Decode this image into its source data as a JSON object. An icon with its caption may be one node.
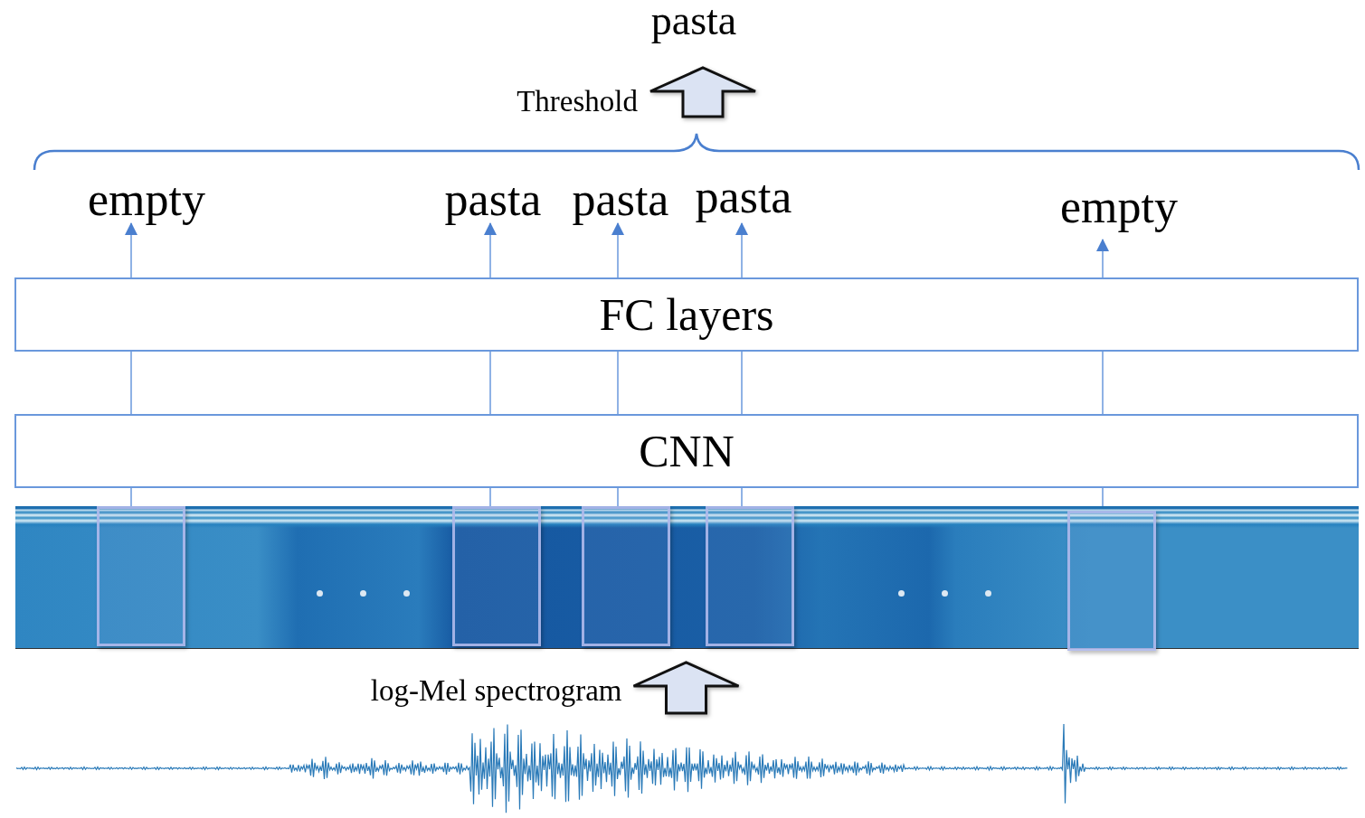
{
  "diagram": {
    "nodes": [
      {
        "text": [
          "pasta"
        ]
      },
      {
        "text": [
          "empty"
        ]
      },
      {
        "text": [
          "pasta"
        ]
      },
      {
        "text": [
          "pasta"
        ]
      },
      {
        "text": [
          "pasta"
        ]
      },
      {
        "text": [
          "empty"
        ]
      },
      {
        "text": [
          "FC layers"
        ]
      },
      {
        "text": [
          "CNN"
        ]
      },
      {
        "text": [],
        "shape": "picture"
      },
      {
        "text": [],
        "shape": "box",
        "in": 8
      },
      {
        "text": [],
        "shape": "box",
        "in": 8
      },
      {
        "text": [],
        "shape": "box",
        "in": 8
      },
      {
        "text": [],
        "shape": "box",
        "in": 8
      },
      {
        "text": [],
        "shape": "box",
        "in": 8
      },
      {
        "text": [],
        "shape": "picture"
      }
    ],
    "edges": [
      {
        "from": null,
        "to": 0,
        "arrow": "to",
        "label": "Threshold",
        "style": "thick"
      },
      {
        "from": 9,
        "to": 7,
        "arrow": "none"
      },
      {
        "from": 10,
        "to": 7,
        "arrow": "none"
      },
      {
        "from": 11,
        "to": 7,
        "arrow": "none"
      },
      {
        "from": 12,
        "to": 7,
        "arrow": "none"
      },
      {
        "from": 13,
        "to": 7,
        "arrow": "none"
      },
      {
        "from": 7,
        "to": 6,
        "arrow": "none"
      },
      {
        "from": 7,
        "to": 6,
        "arrow": "none"
      },
      {
        "from": 7,
        "to": 6,
        "arrow": "none"
      },
      {
        "from": 7,
        "to": 6,
        "arrow": "none"
      },
      {
        "from": 7,
        "to": 6,
        "arrow": "none"
      },
      {
        "from": 6,
        "to": 1,
        "arrow": "to"
      },
      {
        "from": 6,
        "to": 2,
        "arrow": "to"
      },
      {
        "from": 6,
        "to": 3,
        "arrow": "to"
      },
      {
        "from": 6,
        "to": 4,
        "arrow": "to"
      },
      {
        "from": 6,
        "to": 5,
        "arrow": "to"
      },
      {
        "from": 14,
        "to": 8,
        "arrow": "to",
        "label": "log-Mel spectrogram",
        "style": "thick"
      }
    ]
  }
}
